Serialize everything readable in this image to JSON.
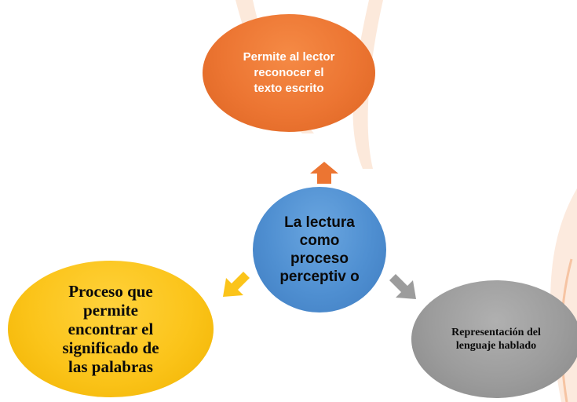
{
  "diagram": {
    "nodes": {
      "top": {
        "text": "Permite al lector reconocer el texto escrito",
        "color": "#ec7532"
      },
      "center": {
        "text": "La lectura como proceso perceptiv o",
        "color": "#4f8fd1"
      },
      "left": {
        "text": "Proceso que permite encontrar el significado de las palabras",
        "color": "#fbc41a"
      },
      "right": {
        "text": "Representación del lenguaje hablado",
        "color": "#9c9c9c"
      }
    },
    "arrow_colors": {
      "up": "#ec7532",
      "left": "#fbc41a",
      "right": "#9c9c9c"
    }
  }
}
